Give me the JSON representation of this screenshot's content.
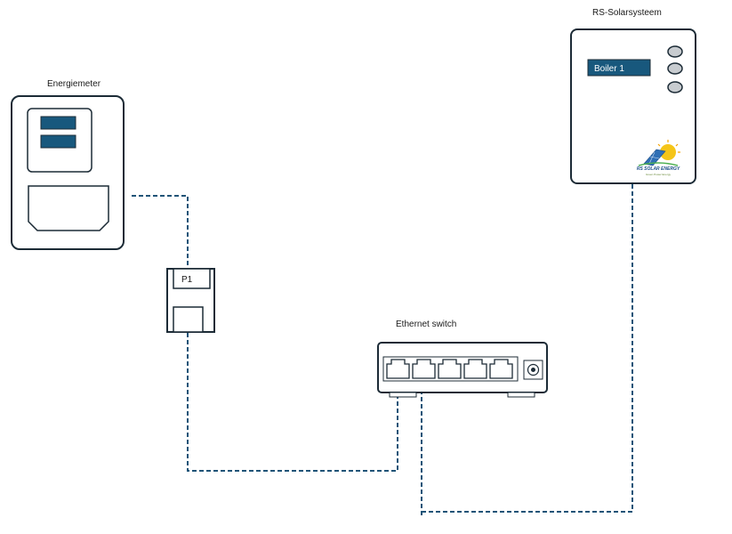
{
  "labels": {
    "energy_meter": "Energiemeter",
    "p1_module": "P1",
    "ethernet_switch": "Ethernet switch",
    "solar_system": "RS-Solarsysteem",
    "display_text": "Boiler 1",
    "logo_text": "RS SOLAR ENERGY",
    "logo_subtext": "Green Power Energy"
  },
  "colors": {
    "link": "#1f5478",
    "panel": "#18587d",
    "outline": "#1c2b36"
  },
  "connections": [
    {
      "from": "energy-meter",
      "to": "p1-module"
    },
    {
      "from": "p1-module",
      "to": "ethernet-switch"
    },
    {
      "from": "ethernet-switch",
      "to": "rs-solar-system"
    }
  ],
  "switch_ports": 5
}
